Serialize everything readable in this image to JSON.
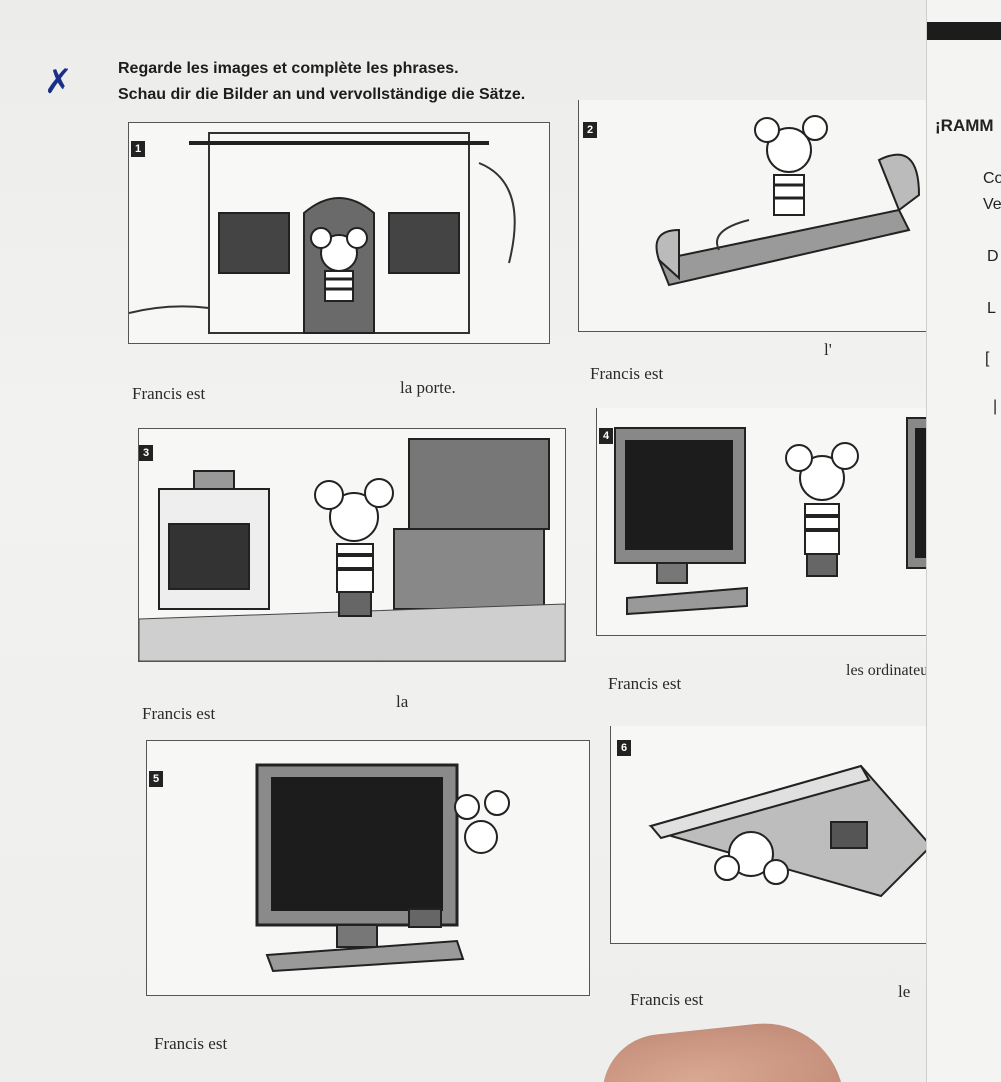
{
  "instructions": {
    "fr": "Regarde les images et complète les phrases.",
    "de": "Schau dir die Bilder an und vervollständige die Sätze."
  },
  "panels": [
    {
      "number": "1",
      "scene": "mouse standing in doorway of house",
      "caption_left": "Francis est",
      "caption_right": "la porte."
    },
    {
      "number": "2",
      "scene": "mouse sitting on wall shelf",
      "caption_left": "Francis est",
      "caption_right": "l'"
    },
    {
      "number": "3",
      "scene": "mouse standing in kitchen",
      "caption_left": "Francis est",
      "caption_right": "la"
    },
    {
      "number": "4",
      "scene": "mouse standing between computers",
      "caption_left": "Francis est",
      "caption_right": "les ordinateurs"
    },
    {
      "number": "5",
      "scene": "mouse hiding behind computer monitor",
      "caption_left": "Francis est",
      "caption_right": ""
    },
    {
      "number": "6",
      "scene": "mouse under a book",
      "caption_left": "Francis est",
      "caption_right": "le"
    }
  ],
  "right_page": {
    "heading_fragment": "¡RAMM",
    "letters": [
      "Co",
      "Ve",
      "D",
      "L",
      "[",
      "|"
    ]
  },
  "icons": {
    "x_mark": "cross-mark-icon"
  },
  "colors": {
    "paper": "#f2f2f0",
    "ink": "#222222",
    "pen": "#1a2f8a"
  }
}
